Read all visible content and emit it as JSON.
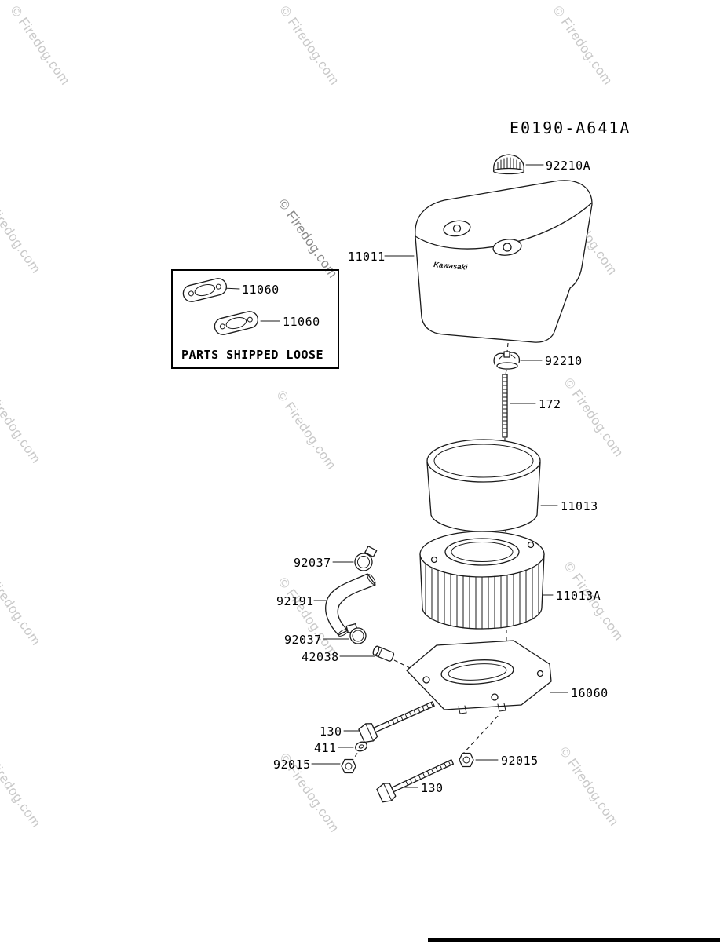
{
  "diagram": {
    "code": "E0190-A641A",
    "watermark": "© Firedog.com",
    "brand": "Kawasaki"
  },
  "parts_box": {
    "title": "PARTS SHIPPED LOOSE",
    "gasket_labels": [
      "11060",
      "11060"
    ]
  },
  "callouts": {
    "cap": "92210A",
    "cover": "11011",
    "clamp_cover": "92210",
    "stud": "172",
    "element_outer": "11013",
    "clamp_hose_upper": "92037",
    "hose": "92191",
    "element_inner": "11013A",
    "clamp_hose_lower": "92037",
    "fitting": "42038",
    "base": "16060",
    "bolt_upper": "130",
    "washer": "411",
    "nut_left": "92015",
    "nut_right": "92015",
    "bolt_lower": "130"
  }
}
